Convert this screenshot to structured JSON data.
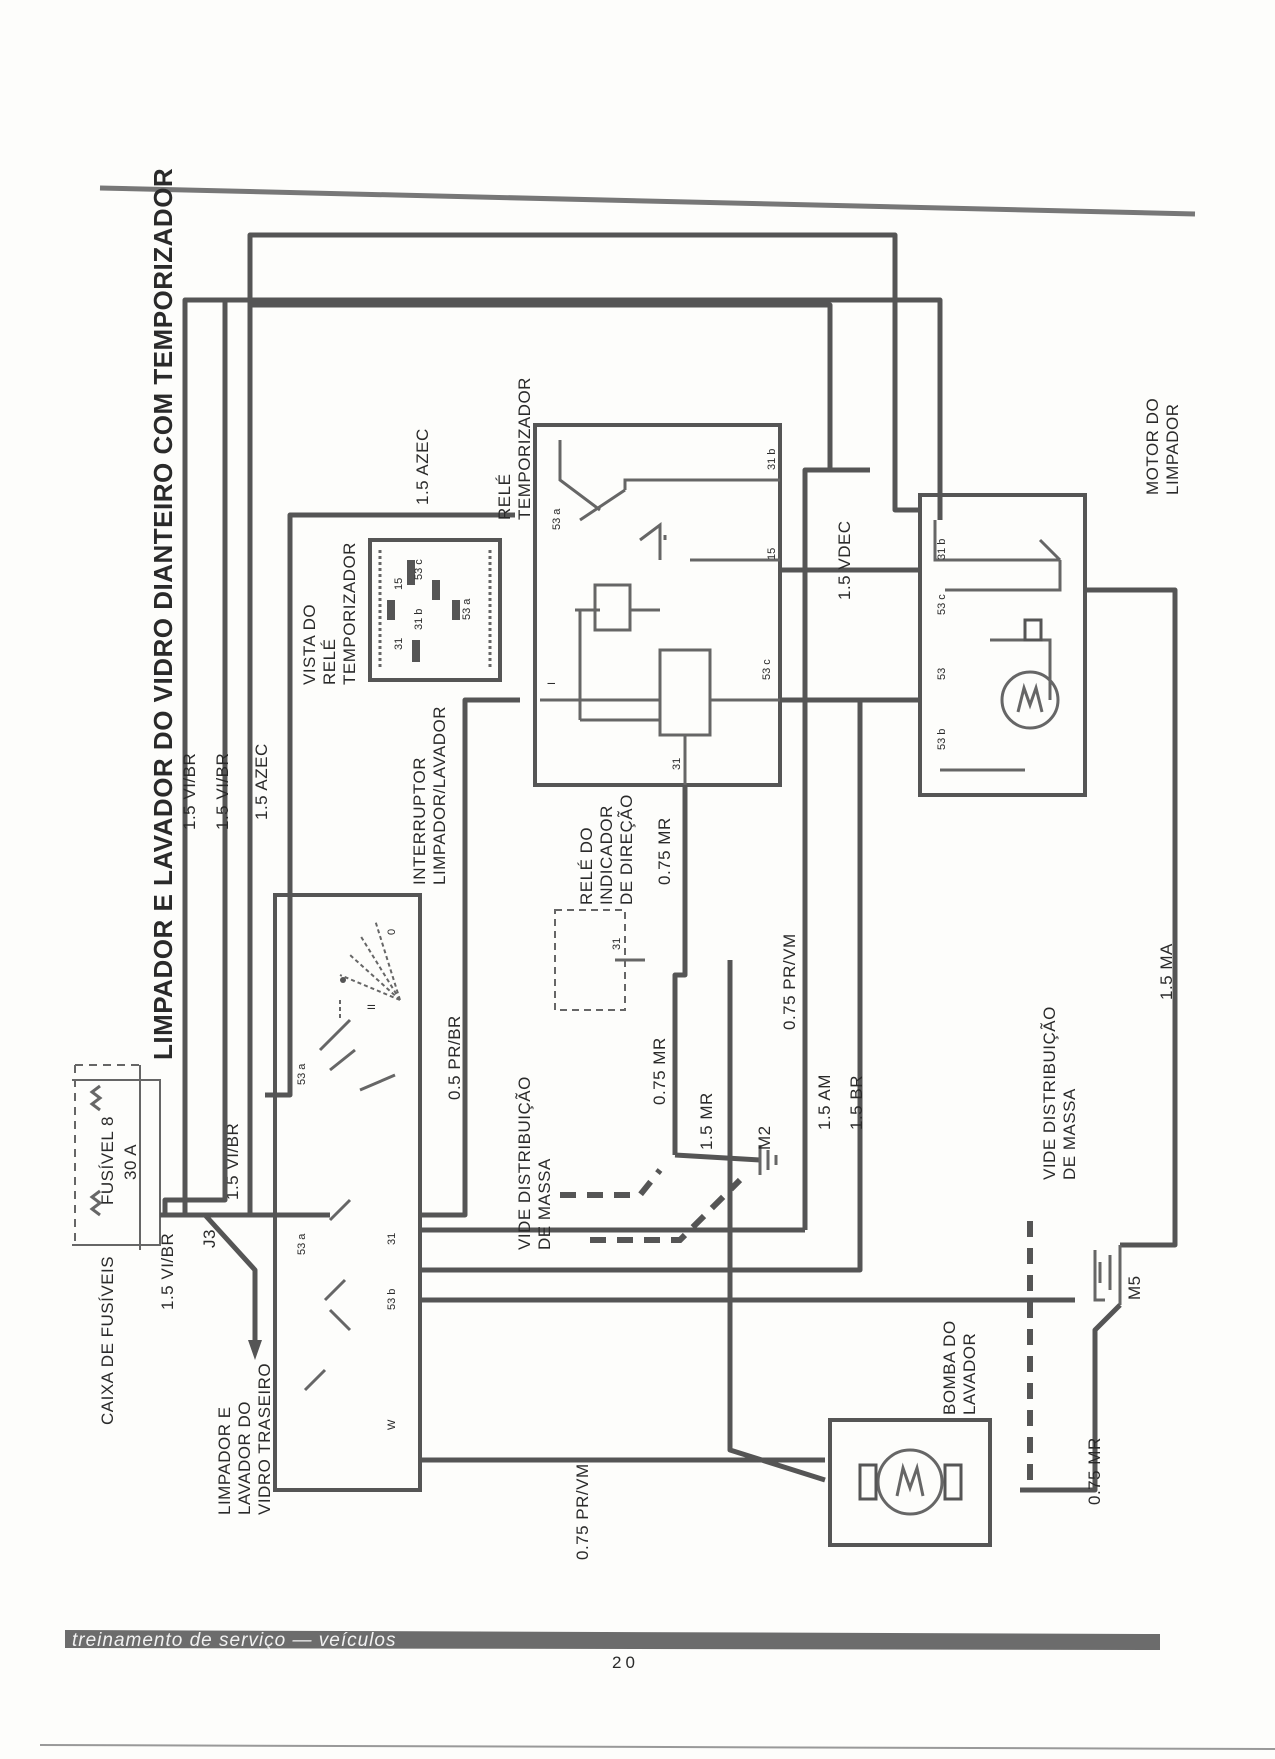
{
  "title": "LIMPADOR E LAVADOR DO VIDRO DIANTEIRO COM TEMPORIZADOR",
  "components": {
    "fuse_box": "CAIXA DE FUSÍVEIS",
    "fuse_label": "FUSÍVEL 8",
    "fuse_rating": "30 A",
    "switch": [
      "INTERRUPTOR",
      "LIMPADOR/LAVADOR"
    ],
    "relay_view": [
      "VISTA DO",
      "RELÉ",
      "TEMPORIZADOR"
    ],
    "timer_relay": [
      "RELÉ",
      "TEMPORIZADOR"
    ],
    "turn_relay": [
      "RELÉ DO",
      "INDICADOR",
      "DE DIREÇÃO"
    ],
    "wiper_motor": [
      "MOTOR DO",
      "LIMPADOR"
    ],
    "washer_pump": [
      "BOMBA DO",
      "LAVADOR"
    ],
    "rear_wiper": [
      "LIMPADOR E",
      "LAVADOR DO",
      "VIDRO TRASEIRO"
    ],
    "ground_ref_1": [
      "VIDE DISTRIBUIÇÃO",
      "DE MASSA"
    ],
    "ground_ref_2": [
      "VIDE DISTRIBUIÇÃO",
      "DE MASSA"
    ]
  },
  "connectors": {
    "j3": "J3",
    "m2": "M2",
    "m5": "M5"
  },
  "wires": {
    "vi_br": "1.5 VI/BR",
    "vi_br_2": "1.5 VI/BR",
    "vi_br_3": "1.5 VI/BR",
    "vi_br_4": "1.5 VI/BR",
    "azec_1": "1.5 AZEC",
    "azec_2": "1.5 AZEC",
    "vdec": "1.5 VDEC",
    "pr_br": "0.5 PR/BR",
    "mr_a": "0.75 MR",
    "mr_b": "0.75 MR",
    "mr_c": "1.5 MR",
    "pr_vm_a": "0.75 PR/VM",
    "pr_vm_b": "0.75 PR/VM",
    "am": "1.5 AM",
    "br": "1.5 BR",
    "ma": "1.5 MA",
    "mr_d": "0.75 MR"
  },
  "terminals": {
    "t53a": "53 a",
    "t53b": "53 b",
    "t53c": "53 c",
    "t53": "53",
    "t31": "31",
    "t31b": "31 b",
    "t15": "15",
    "tI": "I",
    "tW": "W",
    "t0": "0",
    "tII": "II"
  },
  "footer": {
    "text": "treinamento de serviço — veículos",
    "page": "20"
  }
}
